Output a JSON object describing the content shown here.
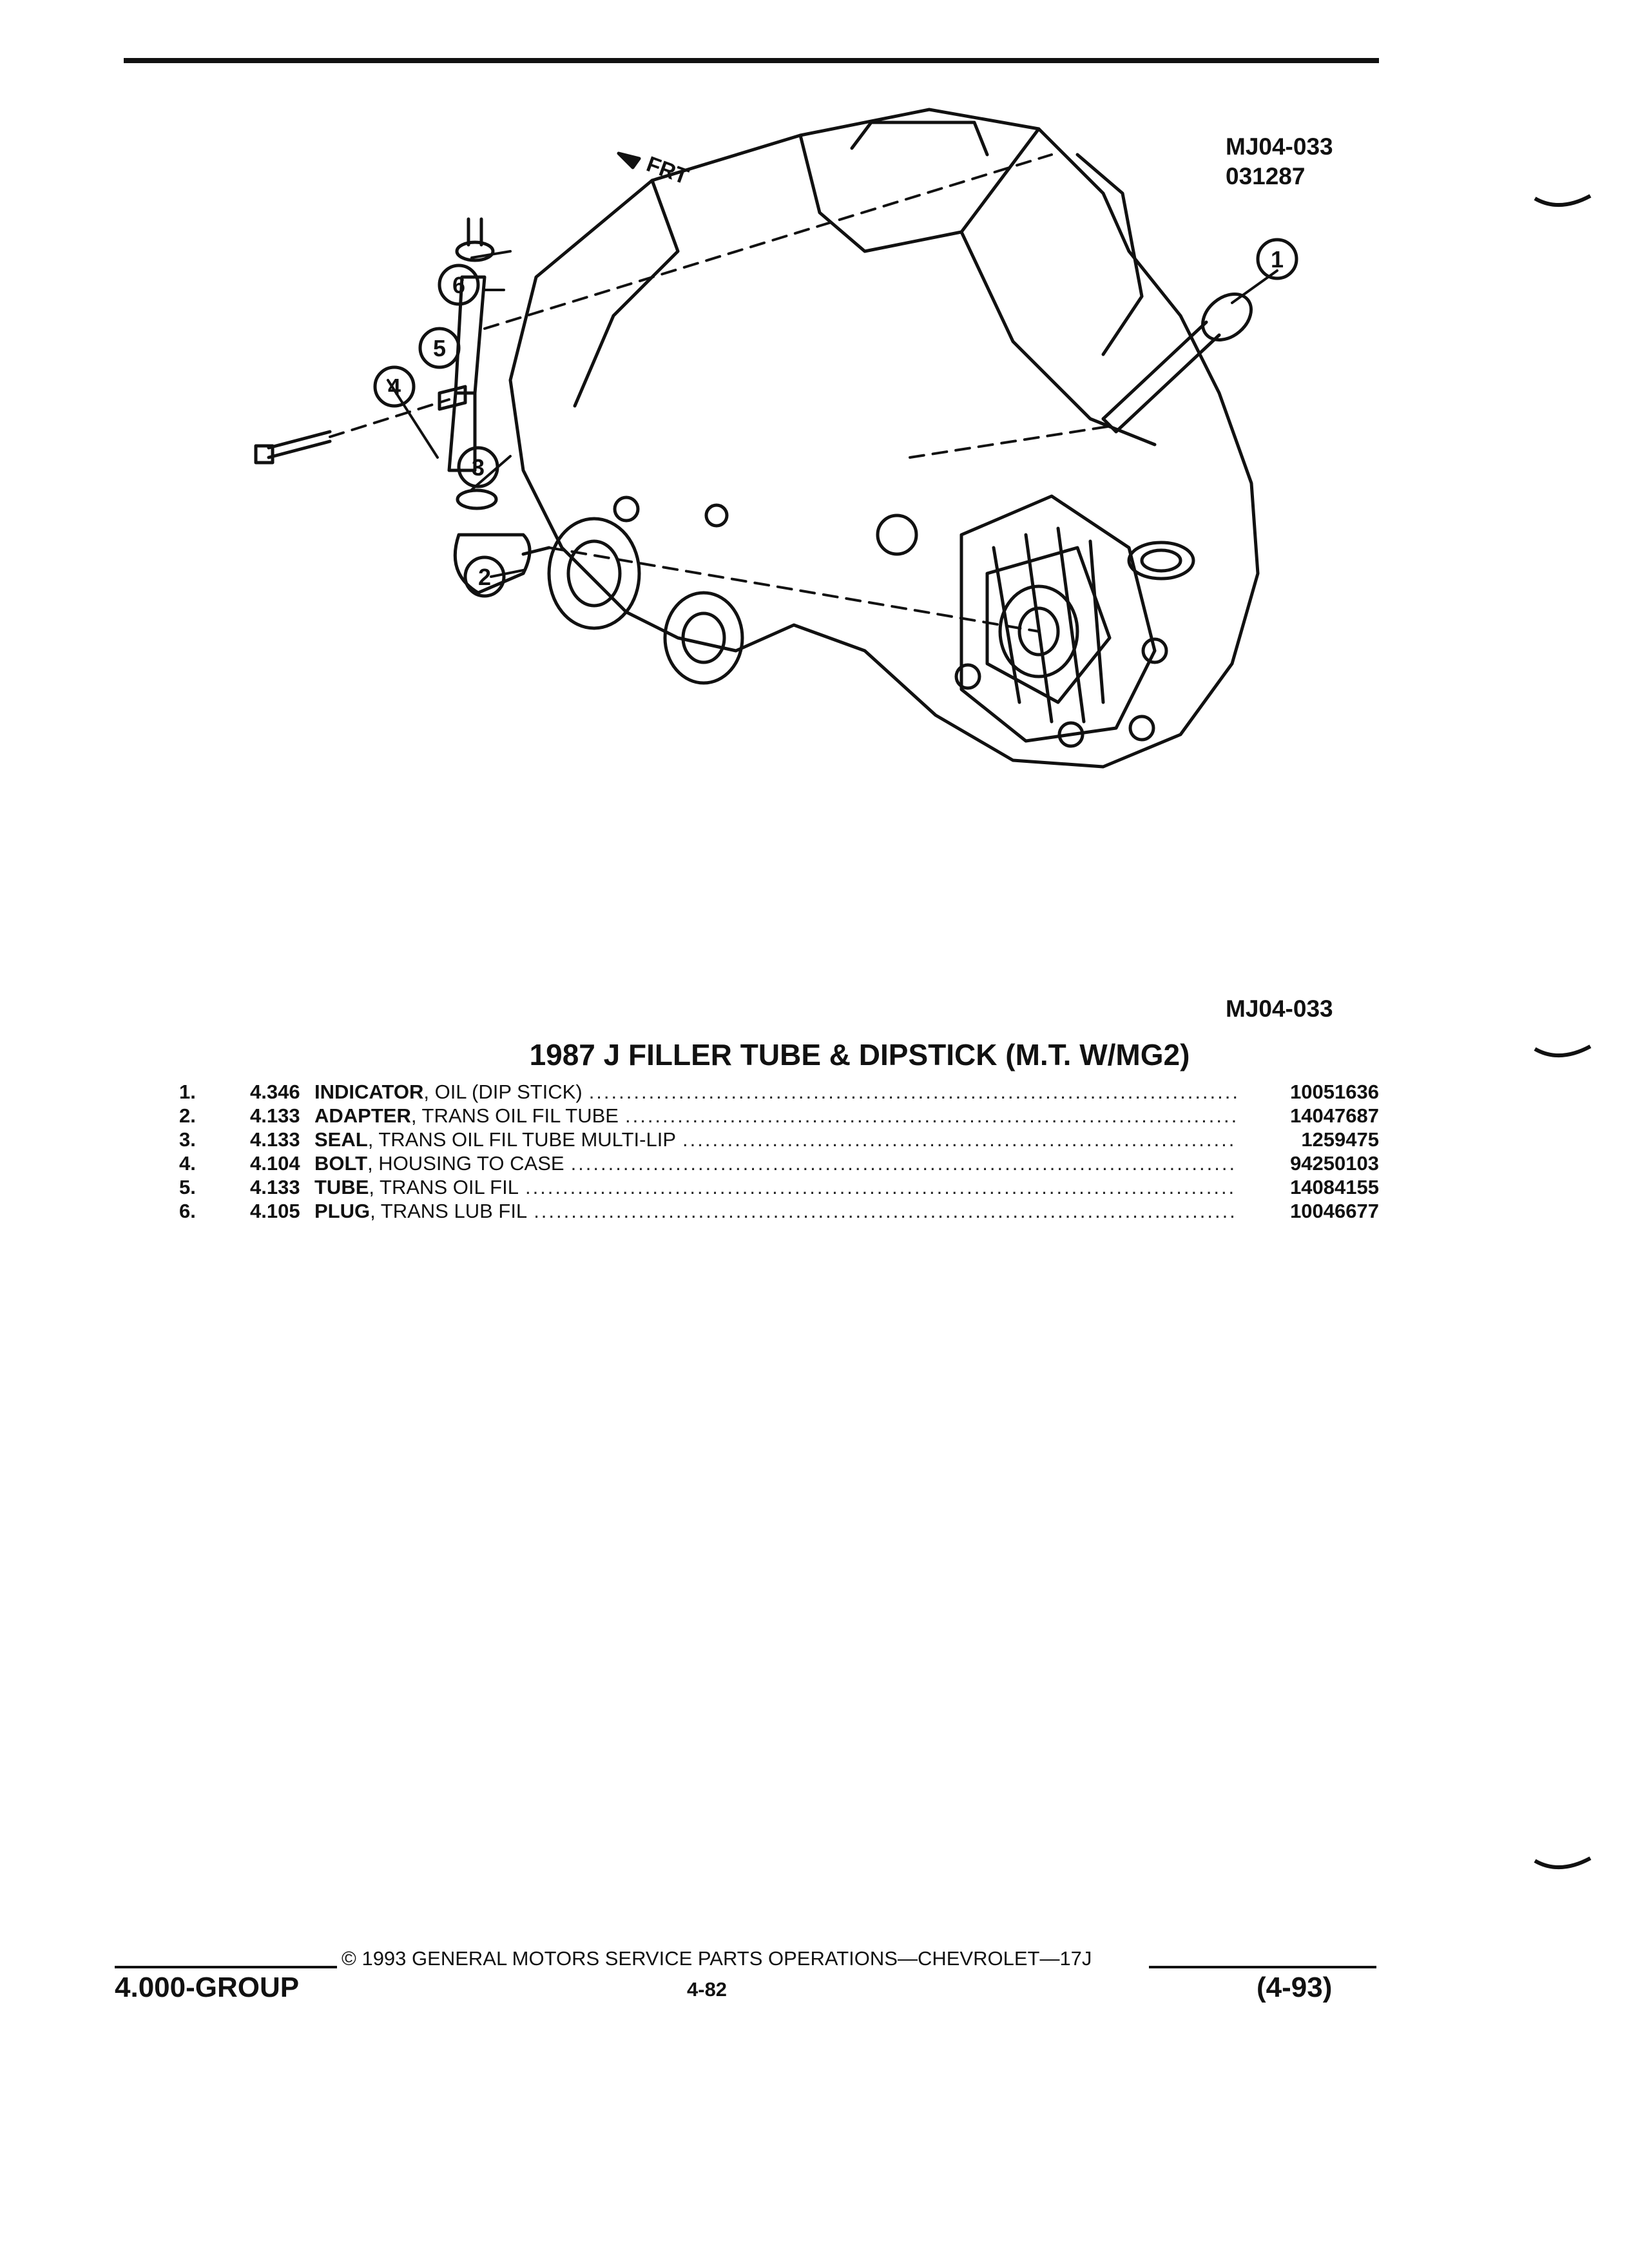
{
  "figure": {
    "front_arrow_label": "FRT",
    "code_top": "MJ04-033",
    "date_code": "031287",
    "code_bottom": "MJ04-033",
    "callouts": [
      "1",
      "2",
      "3",
      "4",
      "5",
      "6"
    ]
  },
  "title": "1987 J FILLER TUBE & DIPSTICK (M.T. W/MG2)",
  "parts": [
    {
      "num": "1.",
      "group": "4.346",
      "name": "INDICATOR",
      "desc": ", OIL (DIP STICK)",
      "part": "10051636"
    },
    {
      "num": "2.",
      "group": "4.133",
      "name": "ADAPTER",
      "desc": ", TRANS OIL FIL TUBE",
      "part": "14047687"
    },
    {
      "num": "3.",
      "group": "4.133",
      "name": "SEAL",
      "desc": ", TRANS OIL FIL TUBE MULTI-LIP",
      "part": "1259475"
    },
    {
      "num": "4.",
      "group": "4.104",
      "name": "BOLT",
      "desc": ", HOUSING TO CASE",
      "part": "94250103"
    },
    {
      "num": "5.",
      "group": "4.133",
      "name": "TUBE",
      "desc": ", TRANS OIL FIL",
      "part": "14084155"
    },
    {
      "num": "6.",
      "group": "4.105",
      "name": "PLUG",
      "desc": ", TRANS LUB FIL",
      "part": "10046677"
    }
  ],
  "footer": {
    "copyright": "© 1993 GENERAL MOTORS SERVICE PARTS OPERATIONS—CHEVROLET—17J",
    "group": "4.000-GROUP",
    "page": "4-82",
    "date": "(4-93)"
  }
}
